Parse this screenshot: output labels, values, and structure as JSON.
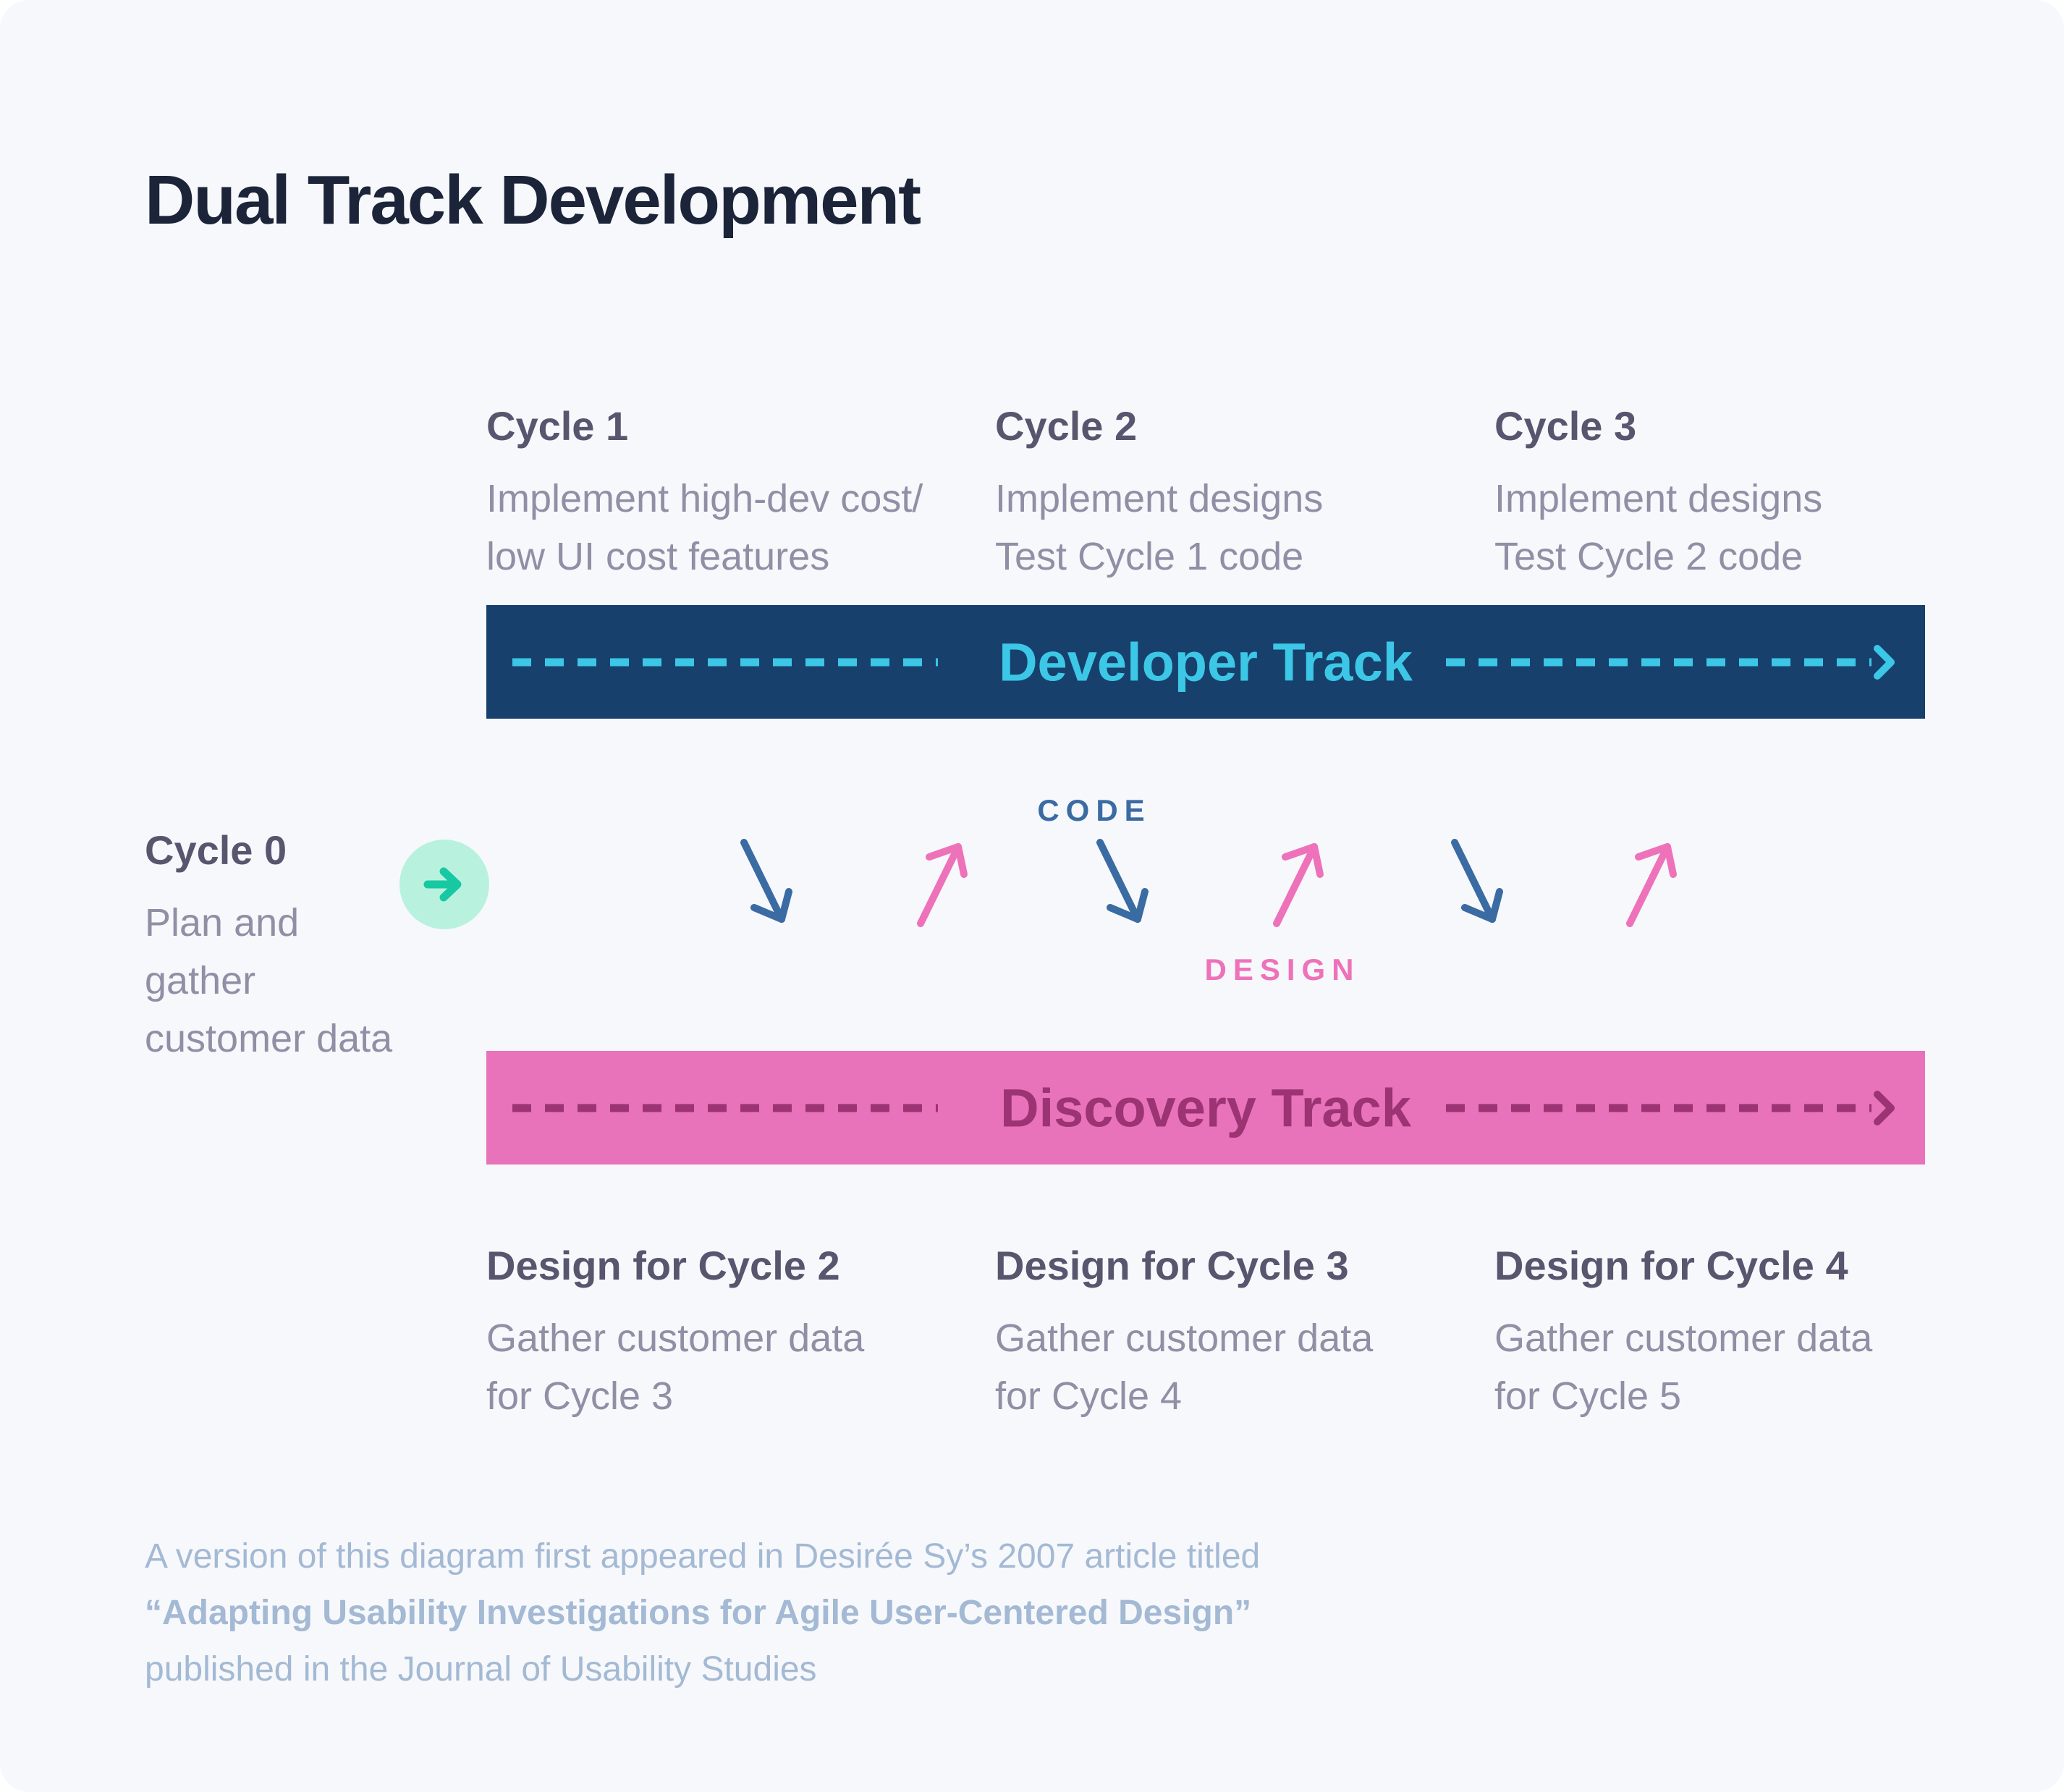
{
  "title": "Dual Track Development",
  "developer_track": {
    "label": "Developer Track",
    "cycles": [
      {
        "name": "Cycle 1",
        "lines": [
          "Implement high-dev cost/",
          "low UI cost features"
        ]
      },
      {
        "name": "Cycle 2",
        "lines": [
          "Implement designs",
          "Test Cycle 1 code"
        ]
      },
      {
        "name": "Cycle 3",
        "lines": [
          "Implement designs",
          "Test Cycle 2 code"
        ]
      }
    ]
  },
  "discovery_track": {
    "label": "Discovery Track",
    "items": [
      {
        "name": "Design for Cycle 2",
        "lines": [
          "Gather customer data",
          "for Cycle 3"
        ]
      },
      {
        "name": "Design for Cycle 3",
        "lines": [
          "Gather customer data",
          "for Cycle 4"
        ]
      },
      {
        "name": "Design for Cycle 4",
        "lines": [
          "Gather customer data",
          "for Cycle 5"
        ]
      }
    ]
  },
  "cycle0": {
    "name": "Cycle 0",
    "lines": [
      "Plan and gather",
      "customer data"
    ]
  },
  "middle": {
    "code_label": "CODE",
    "design_label": "DESIGN"
  },
  "footer": {
    "line1": "A version of this diagram first appeared in Desirée Sy’s 2007 article titled",
    "line2": "“Adapting Usability Investigations for Agile User-Centered Design”",
    "line3": "published in the Journal of Usability Studies"
  },
  "icons": {
    "start": "right-arrow-icon",
    "code_handoff": "down-right-arrow-icon",
    "design_handoff": "up-right-arrow-icon",
    "track_flow": "dashed-arrow-right-icon"
  },
  "colors": {
    "card_bg": "#f7f8fb",
    "title": "#1b2438",
    "header": "#56566e",
    "body": "#8f8fa5",
    "navy_bar": "#17406d",
    "cyan": "#3cc7e6",
    "pink_bar": "#e873ba",
    "magenta": "#9c3372",
    "mint": "#b8f2de",
    "teal": "#17c8a3",
    "blue_arrow": "#3a6ba3",
    "pink_arrow": "#ee72ba",
    "footer": "#a3b9d4"
  }
}
